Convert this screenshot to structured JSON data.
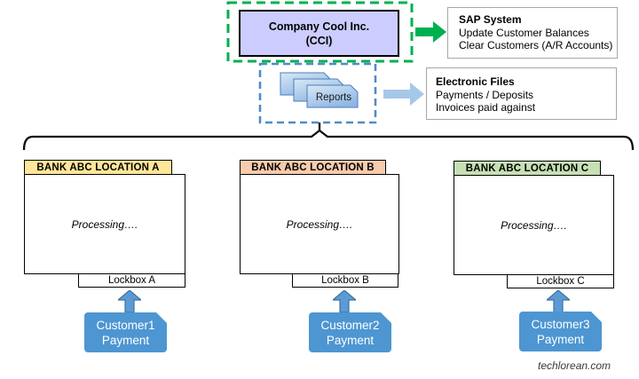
{
  "company_box": {
    "line1": "Company Cool Inc.",
    "line2": "(CCI)"
  },
  "sap_box": {
    "title": "SAP System",
    "lines": [
      "Update Customer Balances",
      "Clear Customers (A/R Accounts)"
    ]
  },
  "reports": {
    "label": "Reports"
  },
  "electronic_files_box": {
    "title": "Electronic Files",
    "lines": [
      "Payments / Deposits",
      "Invoices paid against"
    ]
  },
  "banks": [
    {
      "header": "BANK ABC LOCATION A",
      "header_color": "#FFE699",
      "body": "Processing….",
      "lockbox": "Lockbox A"
    },
    {
      "header": "BANK ABC LOCATION B",
      "header_color": "#F8CBAD",
      "body": "Processing….",
      "lockbox": "Lockbox B"
    },
    {
      "header": "BANK ABC LOCATION C",
      "header_color": "#C6E0B4",
      "body": "Processing….",
      "lockbox": "Lockbox C"
    }
  ],
  "customers": [
    {
      "line1": "Customer1",
      "line2": "Payment"
    },
    {
      "line1": "Customer2",
      "line2": "Payment"
    },
    {
      "line1": "Customer3",
      "line2": "Payment"
    }
  ],
  "watermark": "techlorean.com",
  "colors": {
    "green": "#00B050",
    "dashed_blue": "#4F8BC9",
    "card_fill_light": "#D9E8F7",
    "card_fill_dark": "#8FB6E2",
    "card_border": "#4A7EBB",
    "light_blue_arrow": "#A5C8E8",
    "up_arrow_fill": "#5B9BD5",
    "up_arrow_outline": "#41719C",
    "lavender": "#CCCCFF"
  }
}
